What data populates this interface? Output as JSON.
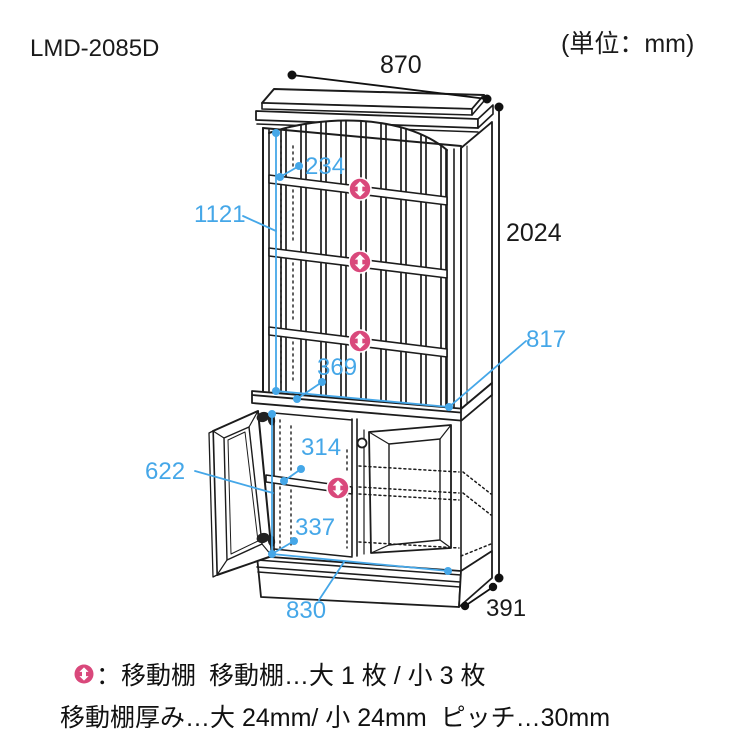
{
  "header": {
    "model": "LMD-2085D",
    "unit_note": "(単位：mm)"
  },
  "dimensions": {
    "overall": {
      "width": "870",
      "height": "2024",
      "depth": "391"
    },
    "internal": {
      "top_shelf_gap": "234",
      "upper_interior_height": "1121",
      "counter_depth": "369",
      "upper_interior_width": "817",
      "lower_interior_height": "622",
      "lower_shelf_gap_upper": "314",
      "lower_shelf_gap_lower": "337",
      "lower_interior_width": "830"
    }
  },
  "legend": {
    "icon_label": "：移動棚",
    "shelf_count": "移動棚…大 1 枚 / 小 3 枚",
    "thickness_pitch": "移動棚厚み…大 24mm/ 小 24mm  ピッチ…30mm"
  },
  "icons": {
    "movable_shelf": "up-down-arrow-in-circle"
  },
  "colors": {
    "dimension_blue": "#45a7e8",
    "movable_shelf_pink": "#d9487b",
    "line_black": "#1c1c1c"
  }
}
